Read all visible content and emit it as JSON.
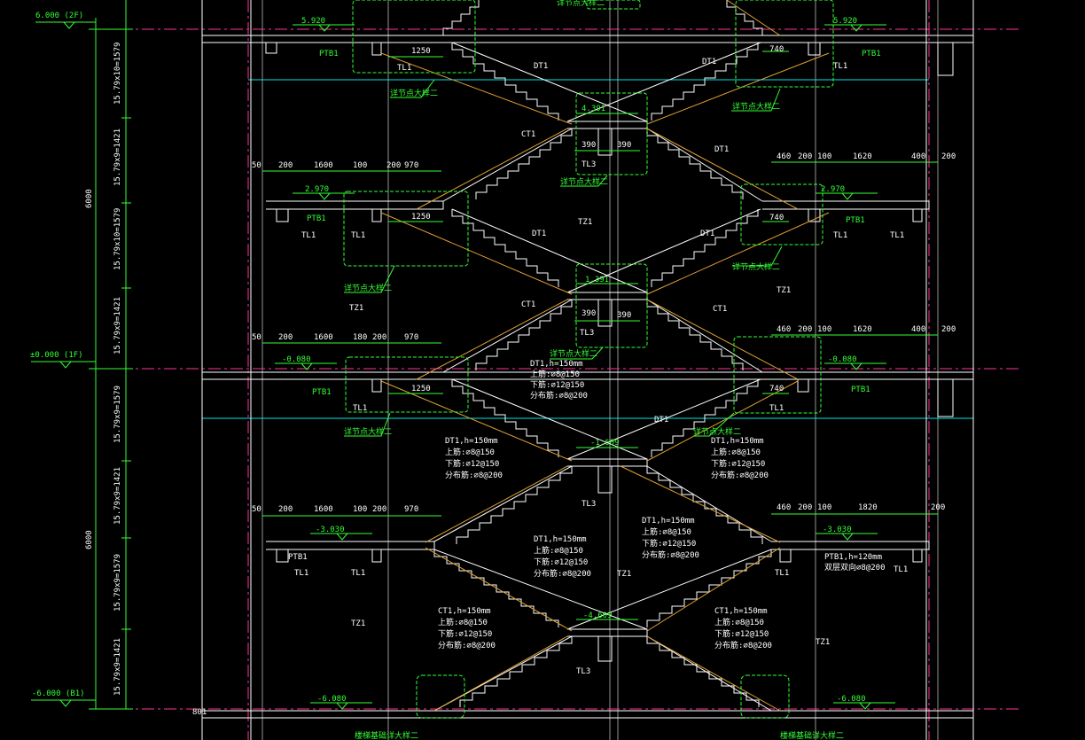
{
  "labels": {
    "elev_5920_l": "5.920",
    "elev_5920_r": "5.920",
    "elev_4391": "4.391",
    "elev_2970_l": "2.970",
    "elev_2970_r": "2.970",
    "elev_1391": "1.391",
    "elev_m0080_l": "-0.080",
    "elev_m0080_r": "-0.080",
    "elev_m1609": "-1.609",
    "elev_m3030_l": "-3.030",
    "elev_m3030_r": "-3.030",
    "elev_m4609": "-4.609",
    "elev_m6080_l": "-6.080",
    "elev_m6080_r": "-6.080",
    "lvl_2f": "6.000  (2F)",
    "lvl_1f": "±0.000  (1F)",
    "lvl_b1": "-6.000  (B1)",
    "ptb1": "PTB1",
    "tl1": "TL1",
    "tl3": "TL3",
    "dt1": "DT1",
    "ct1": "CT1",
    "tz1": "TZ1",
    "ptb1_note": "PTB1,h=120mm",
    "ptb1_rebar": "双层双向⌀8@200",
    "node_detail": "详节点大样二",
    "node_detail_b": "楼梯基础详大样二",
    "dt1_h150": "DT1,h=150mm",
    "ct1_h150": "CT1,h=150mm",
    "rebar_top": "上筋:⌀8@150",
    "rebar_bot": "下筋:⌀12@150",
    "rebar_dist": "分布筋:⌀8@200",
    "dim_6000_top": "6000",
    "dim_6000_bot": "6000",
    "dim_1579_a": "15.79x10=1579",
    "dim_1421_a": "15.79x9=1421",
    "dim_1579_b": "15.79x10=1579",
    "dim_1421_b": "15.79x9=1421",
    "dim_1579_c": "15.79x9=1579",
    "dim_1421_c": "15.79x9=1421",
    "dim_1579_d": "15.79x9=1579",
    "dim_1421_d": "15.79x9=1421",
    "d50": "50",
    "d200": "200",
    "d1600": "1600",
    "d100": "100",
    "d180": "180",
    "d970": "970",
    "d460": "460",
    "d1620": "1620",
    "d1820": "1820",
    "d400": "400",
    "d1250": "1250",
    "d740": "740",
    "d390": "390",
    "d801": "801"
  }
}
